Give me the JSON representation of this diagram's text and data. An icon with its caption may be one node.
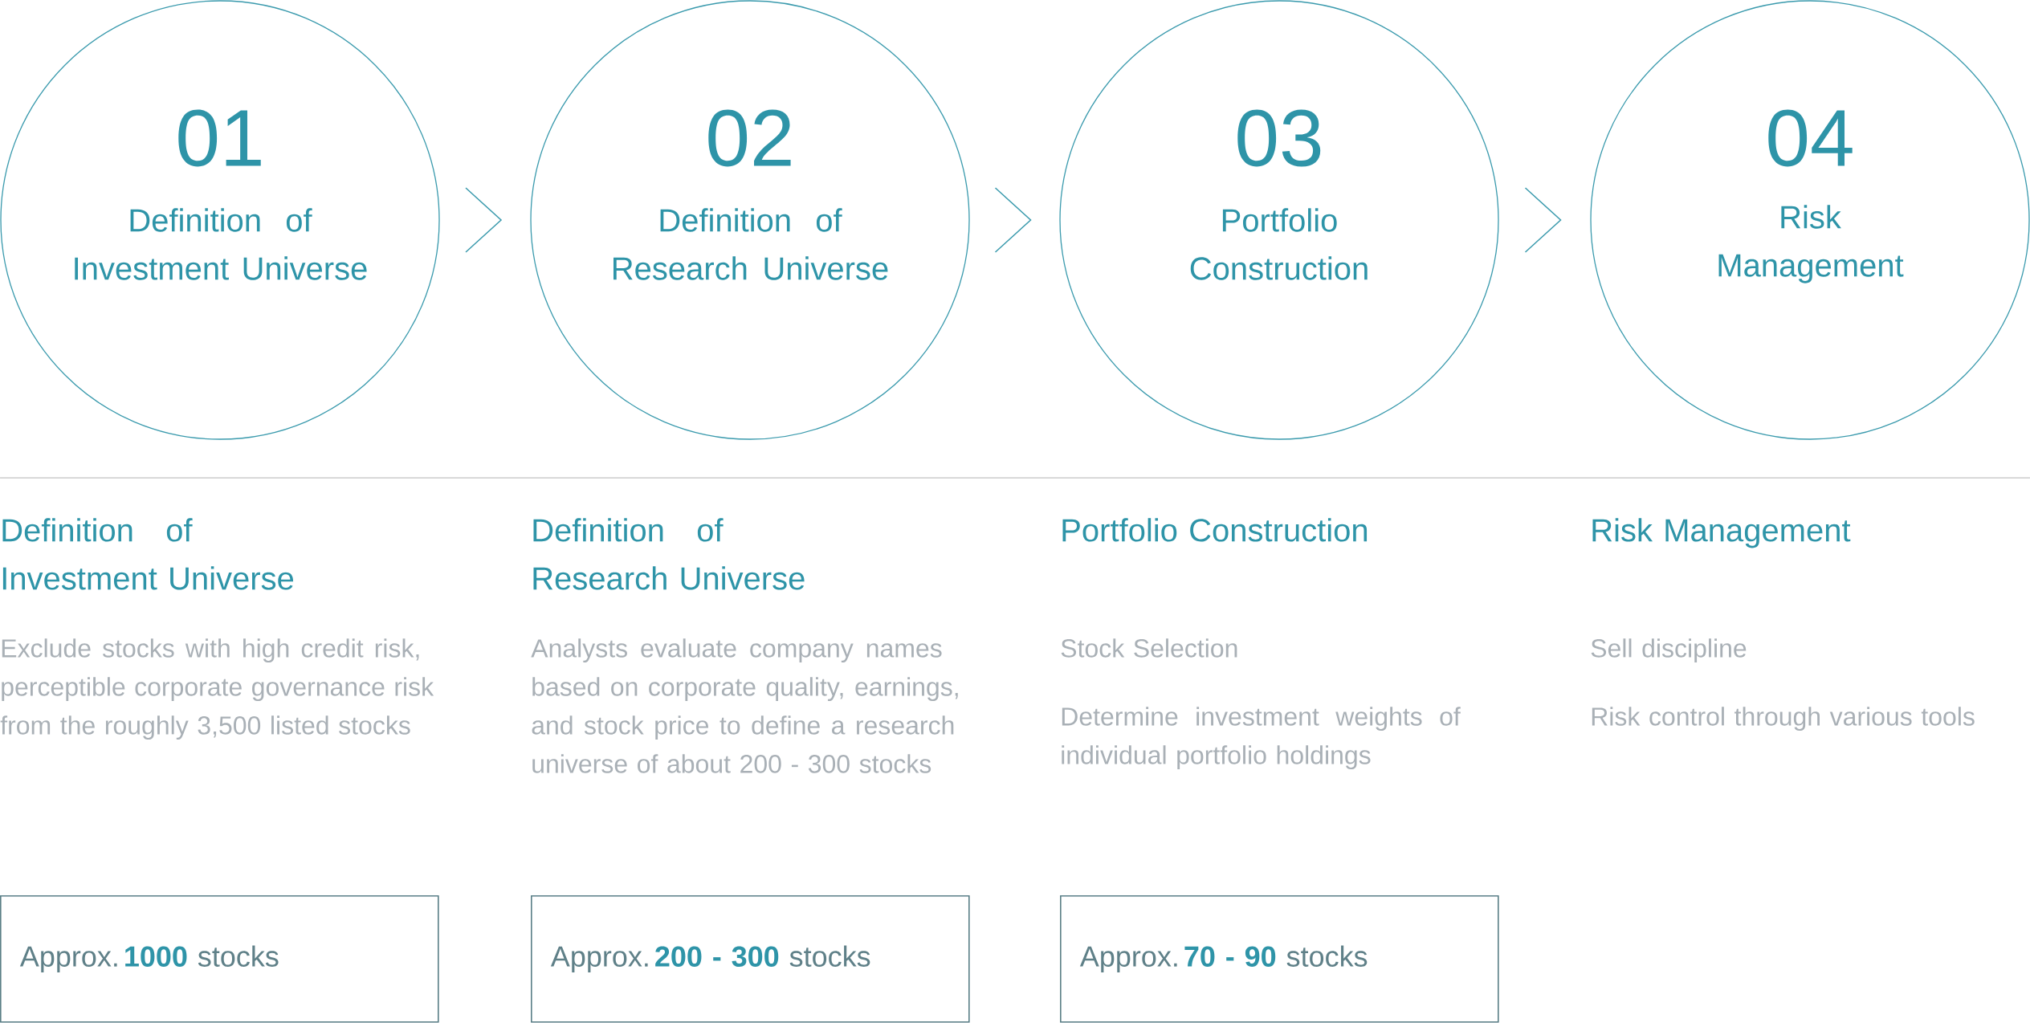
{
  "diagram": {
    "nodes": [
      {
        "text": [
          "01",
          "Definition of Investment Universe"
        ]
      },
      {
        "text": [
          "02",
          "Definition of Research Universe"
        ]
      },
      {
        "text": [
          "03",
          "Portfolio Construction"
        ]
      },
      {
        "text": [
          "04",
          "Risk Management"
        ]
      },
      {
        "text": [
          "Approx. **1000** stocks"
        ]
      },
      {
        "text": [
          "Approx. **200 - 300** stocks"
        ]
      },
      {
        "text": [
          "Approx. **70 - 90** stocks"
        ]
      }
    ],
    "edges": [
      {
        "from": 0,
        "to": 1,
        "arrow": "to"
      },
      {
        "from": 1,
        "to": 2,
        "arrow": "to"
      },
      {
        "from": 2,
        "to": 3,
        "arrow": "to"
      }
    ],
    "labels": [
      "Definition of Investment Universe",
      "Exclude stocks with high credit risk, perceptible corporate governance risk from the roughly 3,500 listed stocks",
      "Definition of Research Universe",
      "Analysts evaluate company names based on corporate quality, earnings, and stock price to define a research universe of about 200 - 300 stocks",
      "Portfolio Construction",
      "Stock Selection",
      "Determine investment weights of individual portfolio holdings",
      "Risk Management",
      "Sell discipline",
      "Risk control through various tools"
    ]
  }
}
